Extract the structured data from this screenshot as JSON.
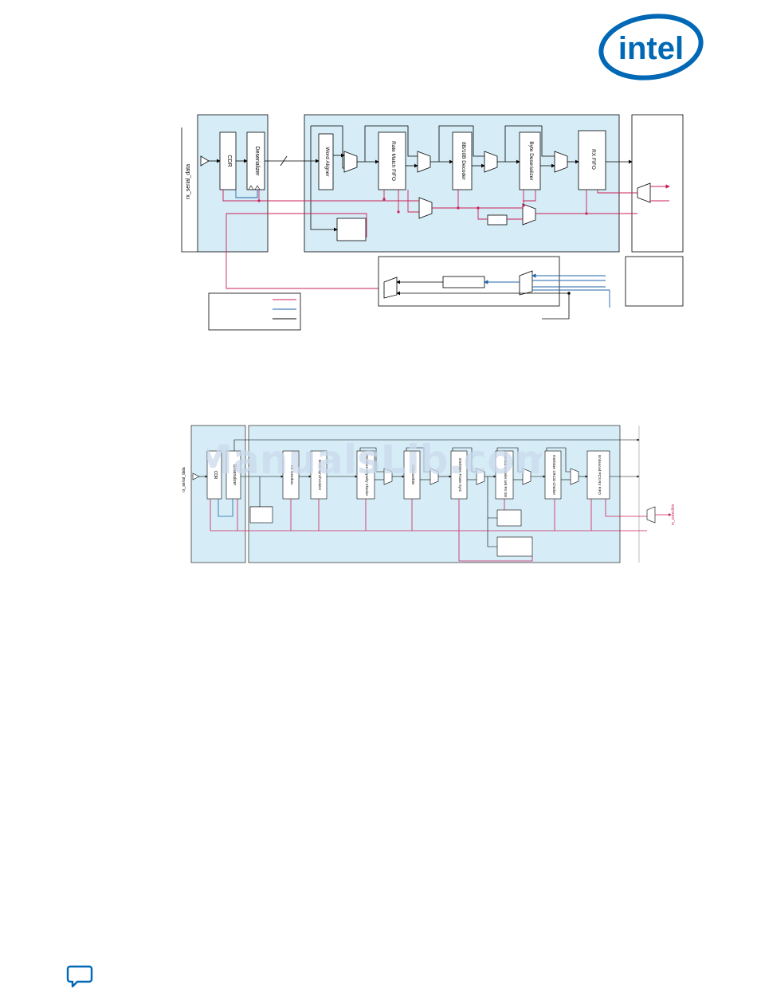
{
  "header": {
    "logo_text": "intel"
  },
  "watermark": {
    "text": "ManualsLib.com"
  },
  "colors": {
    "intel_blue": "#0068b5",
    "panel_fill": "#d6edf7",
    "parallel_clock": "#cc1f55",
    "serial_clock": "#1f64a8",
    "data_line": "#000000"
  },
  "figure1": {
    "input_label": "rx_serial_data",
    "cdr_label": "CDR",
    "deserializer_label": "Deserializer",
    "word_aligner_label": "Word Aligner",
    "rate_match_fifo_label": "Rate Match FIFO",
    "decoder_label": "8B/10B Decoder",
    "byte_deserializer_label": "Byte Deserializer",
    "rx_fifo_label": "RX FIFO"
  },
  "figure2": {
    "input_label": "rx_serial_data",
    "cdr_label": "CDR",
    "deserializer_label": "Deserializer",
    "gearbox_label": "RX Gearbox",
    "block_sync_label": "Block Synchronizer",
    "disparity_checker_label": "Interlaken Disparity Checker",
    "descrambler_label": "Descrambler",
    "frame_sync_label": "Interlaken Frame Sync",
    "decoder_label": "64B/66B Decoder and RX SM",
    "crc_checker_label": "Interlaken CRC32 Checker",
    "fifo_label": "Enhanced PCS RX FIFO",
    "clock_label": "rx_coreclkin"
  },
  "footer": {
    "feedback_icon": "feedback-icon"
  }
}
